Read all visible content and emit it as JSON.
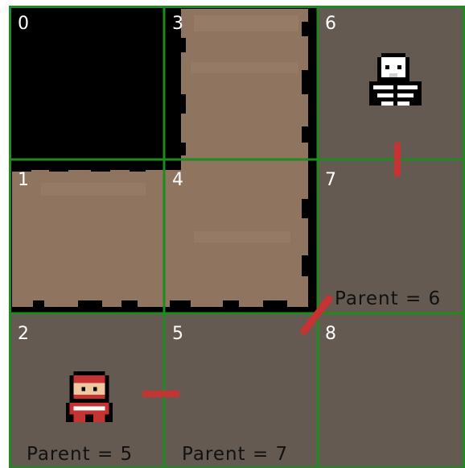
{
  "grid": {
    "columns": 3,
    "rows": 3,
    "cells": [
      {
        "id": "0",
        "terrain": "void"
      },
      {
        "id": "1",
        "terrain": "dirt"
      },
      {
        "id": "2",
        "terrain": "floor",
        "parent_label": "Parent = 5",
        "occupant": "hero"
      },
      {
        "id": "3",
        "terrain": "dirt"
      },
      {
        "id": "4",
        "terrain": "dirt"
      },
      {
        "id": "5",
        "terrain": "floor",
        "parent_label": "Parent = 7"
      },
      {
        "id": "6",
        "terrain": "floor",
        "occupant": "skeleton"
      },
      {
        "id": "7",
        "terrain": "floor",
        "parent_label": "Parent = 6"
      },
      {
        "id": "8",
        "terrain": "floor"
      }
    ]
  },
  "path_edges": [
    {
      "from": "2",
      "to": "5"
    },
    {
      "from": "5",
      "to": "7"
    },
    {
      "from": "7",
      "to": "6"
    }
  ],
  "colors": {
    "floor": "#655a51",
    "dirt": "#8f7560",
    "dirt_light": "#a08570",
    "void": "#000000",
    "grid_line": "#1f8a1f",
    "path_marker": "#c63333",
    "number_text": "#ffffff",
    "label_text": "#111111"
  }
}
